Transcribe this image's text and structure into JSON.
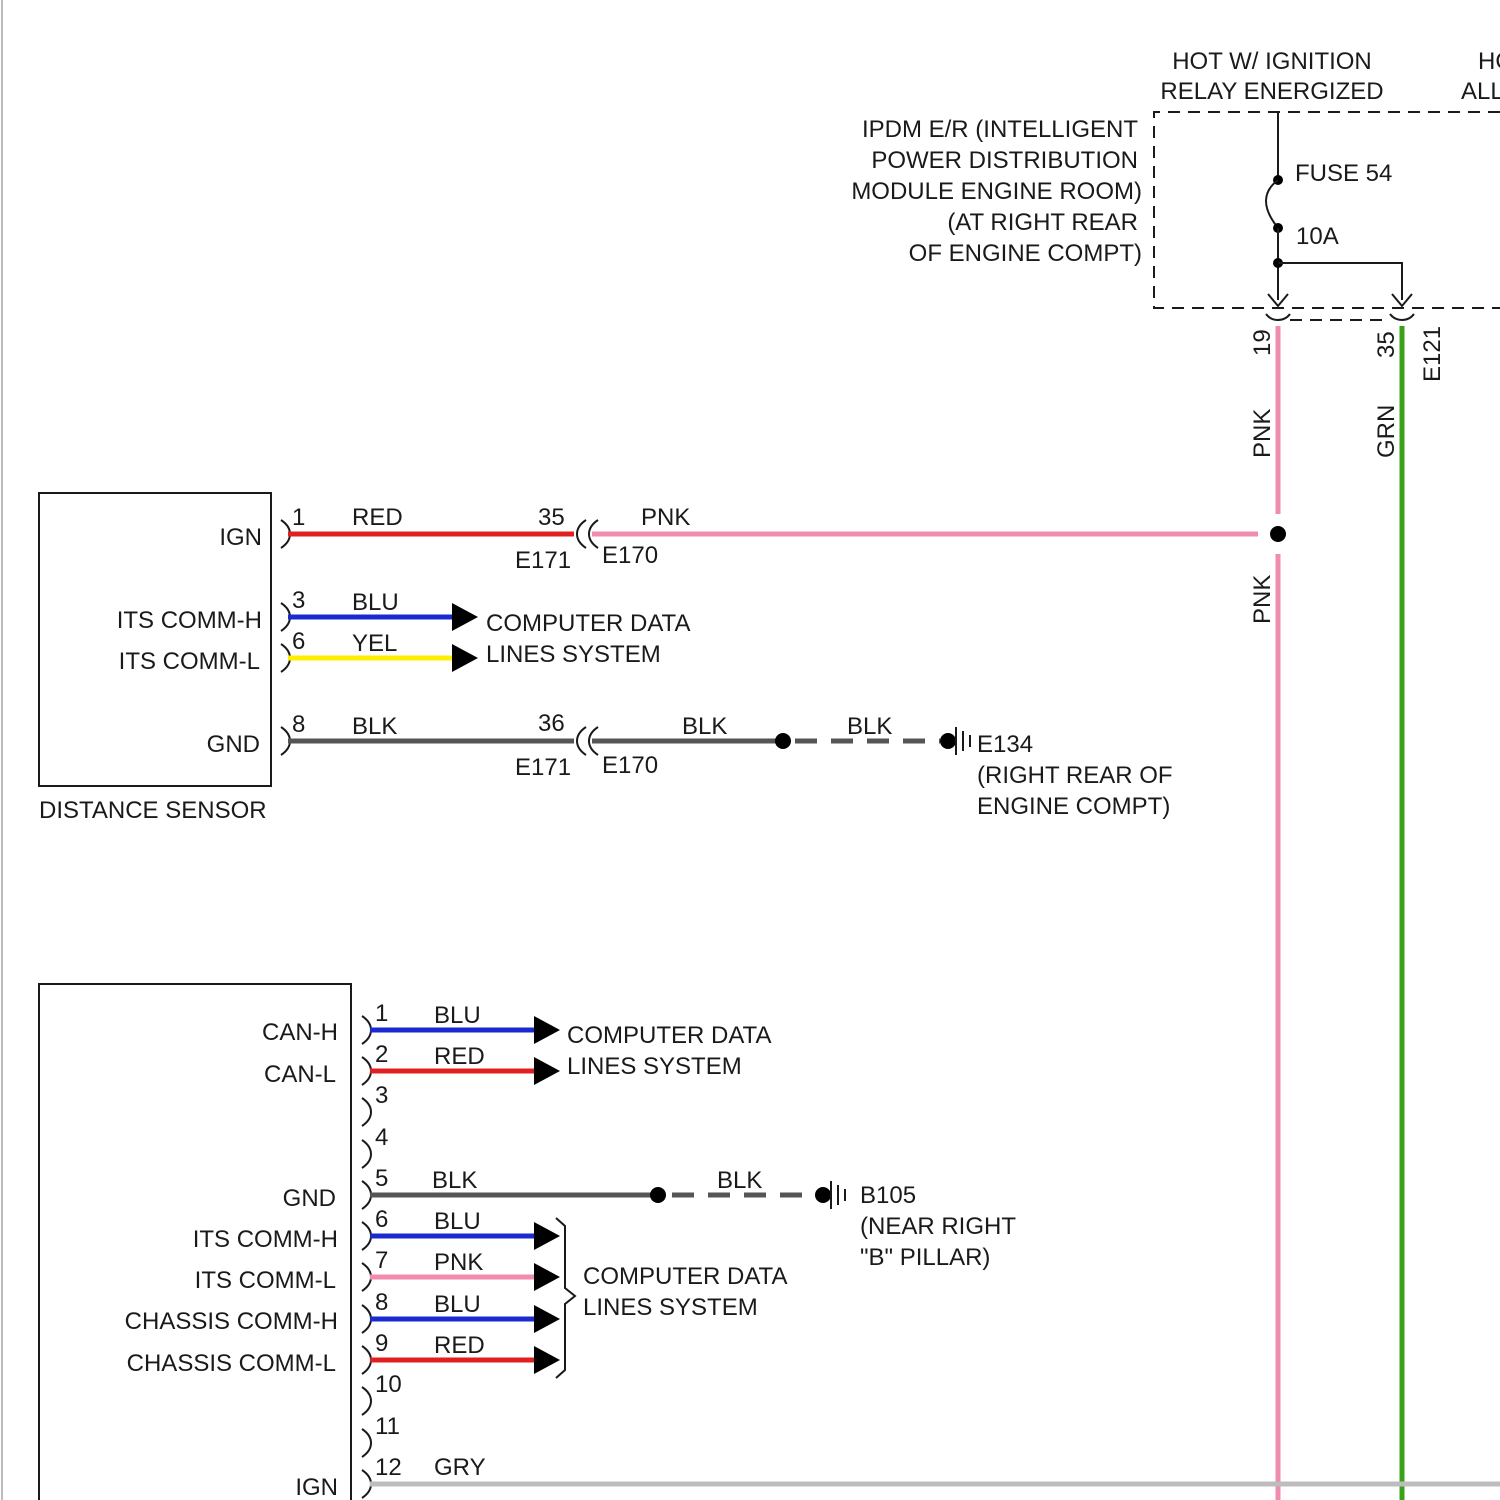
{
  "colors": {
    "RED": "#e02020",
    "PNK": "#f08cb0",
    "BLU": "#1a2ad0",
    "YEL": "#ffee00",
    "BLK": "#555555",
    "GRN": "#3aa018",
    "GRY": "#bdbdbd"
  },
  "power": {
    "hot_ign_line1": "HOT W/ IGNITION",
    "hot_ign_line2": "RELAY ENERGIZED",
    "hot_all_line1": "HO",
    "hot_all_line2": "ALL",
    "ipdm_lines": [
      "IPDM E/R (INTELLIGENT",
      "POWER DISTRIBUTION",
      "MODULE ENGINE ROOM)",
      "(AT RIGHT REAR",
      "OF ENGINE COMPT)"
    ],
    "fuse_label": "FUSE 54",
    "fuse_rating": "10A",
    "pin_a": "19",
    "pin_b": "35",
    "connector": "E121",
    "wire_a_color": "PNK",
    "wire_b_color": "GRN",
    "wire_a_color_lower": "PNK"
  },
  "distance_sensor": {
    "title": "DISTANCE SENSOR",
    "pins": [
      {
        "label": "IGN",
        "pin": "1",
        "color": "RED"
      },
      {
        "label": "ITS COMM-H",
        "pin": "3",
        "color": "BLU"
      },
      {
        "label": "ITS COMM-L",
        "pin": "6",
        "color": "YEL"
      },
      {
        "label": "GND",
        "pin": "8",
        "color": "BLK"
      }
    ],
    "ign_conn_pin": "35",
    "ign_conn_male": "E171",
    "ign_conn_female": "E170",
    "ign_far_color": "PNK",
    "gnd_conn_pin": "36",
    "gnd_conn_male": "E171",
    "gnd_conn_female": "E170",
    "gnd_far_color": "BLK",
    "gnd_dash_color": "BLK",
    "data_line1": "COMPUTER DATA",
    "data_line2": "LINES SYSTEM",
    "ground_id": "E134",
    "ground_loc1": "(RIGHT REAR OF",
    "ground_loc2": "ENGINE COMPT)"
  },
  "module2": {
    "pins": [
      {
        "label": "CAN-H",
        "pin": "1",
        "color": "BLU"
      },
      {
        "label": "CAN-L",
        "pin": "2",
        "color": "RED"
      },
      {
        "label": "",
        "pin": "3",
        "color": ""
      },
      {
        "label": "",
        "pin": "4",
        "color": ""
      },
      {
        "label": "GND",
        "pin": "5",
        "color": "BLK"
      },
      {
        "label": "ITS COMM-H",
        "pin": "6",
        "color": "BLU"
      },
      {
        "label": "ITS COMM-L",
        "pin": "7",
        "color": "PNK"
      },
      {
        "label": "CHASSIS COMM-H",
        "pin": "8",
        "color": "BLU"
      },
      {
        "label": "CHASSIS COMM-L",
        "pin": "9",
        "color": "RED"
      },
      {
        "label": "",
        "pin": "10",
        "color": ""
      },
      {
        "label": "",
        "pin": "11",
        "color": ""
      },
      {
        "label": "IGN",
        "pin": "12",
        "color": "GRY"
      }
    ],
    "can_data_line1": "COMPUTER DATA",
    "can_data_line2": "LINES SYSTEM",
    "its_data_line1": "COMPUTER DATA",
    "its_data_line2": "LINES SYSTEM",
    "gnd_dash_color": "BLK",
    "ground_id": "B105",
    "ground_loc1": "(NEAR RIGHT",
    "ground_loc2": "\"B\" PILLAR)"
  }
}
